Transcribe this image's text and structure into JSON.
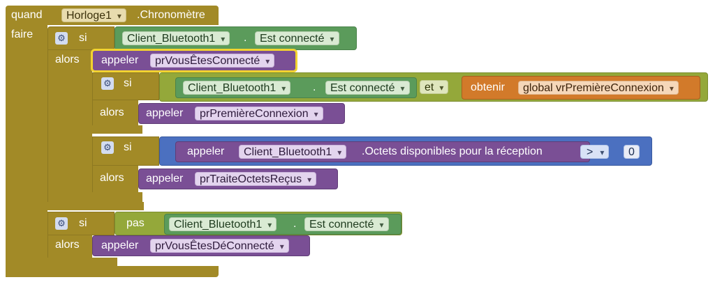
{
  "event": {
    "keyword_when": "quand",
    "component": "Horloge1",
    "event_name": ".Chronomètre",
    "keyword_do": "faire"
  },
  "outer_if": {
    "keyword_if": "si",
    "keyword_then": "alors",
    "cond_component": "Client_Bluetooth1",
    "cond_property": "Est connecté",
    "dot": "."
  },
  "call_connected": {
    "keyword": "appeler",
    "proc": "prVousÊtesConnecté"
  },
  "if_first": {
    "keyword_if": "si",
    "keyword_then": "alors",
    "component": "Client_Bluetooth1",
    "property": "Est connecté",
    "dot": ".",
    "op": "et",
    "get_keyword": "obtenir",
    "variable": "global vrPremièreConnexion",
    "call_keyword": "appeler",
    "call_proc": "prPremièreConnexion"
  },
  "if_bytes": {
    "keyword_if": "si",
    "keyword_then": "alors",
    "call_keyword": "appeler",
    "component": "Client_Bluetooth1",
    "method": ".Octets disponibles pour la réception",
    "compare": ">",
    "value": "0",
    "then_keyword": "appeler",
    "then_proc": "prTraiteOctetsReçus"
  },
  "if_disconnected": {
    "keyword_if": "si",
    "keyword_then": "alors",
    "not": "pas",
    "component": "Client_Bluetooth1",
    "property": "Est connecté",
    "dot": ".",
    "call_keyword": "appeler",
    "call_proc": "prVousÊtesDéConnecté"
  },
  "icons": {
    "mutator": "gear-icon",
    "dropdown": "chevron-down-icon"
  },
  "colors": {
    "event_gold": "#a28a27",
    "component_green": "#5b9b5b",
    "procedure_purple": "#7a4f95",
    "variable_orange": "#d27a2a",
    "math_blue": "#4b70c0",
    "logic_olive": "#94a83a",
    "selection": "#f2d330"
  }
}
